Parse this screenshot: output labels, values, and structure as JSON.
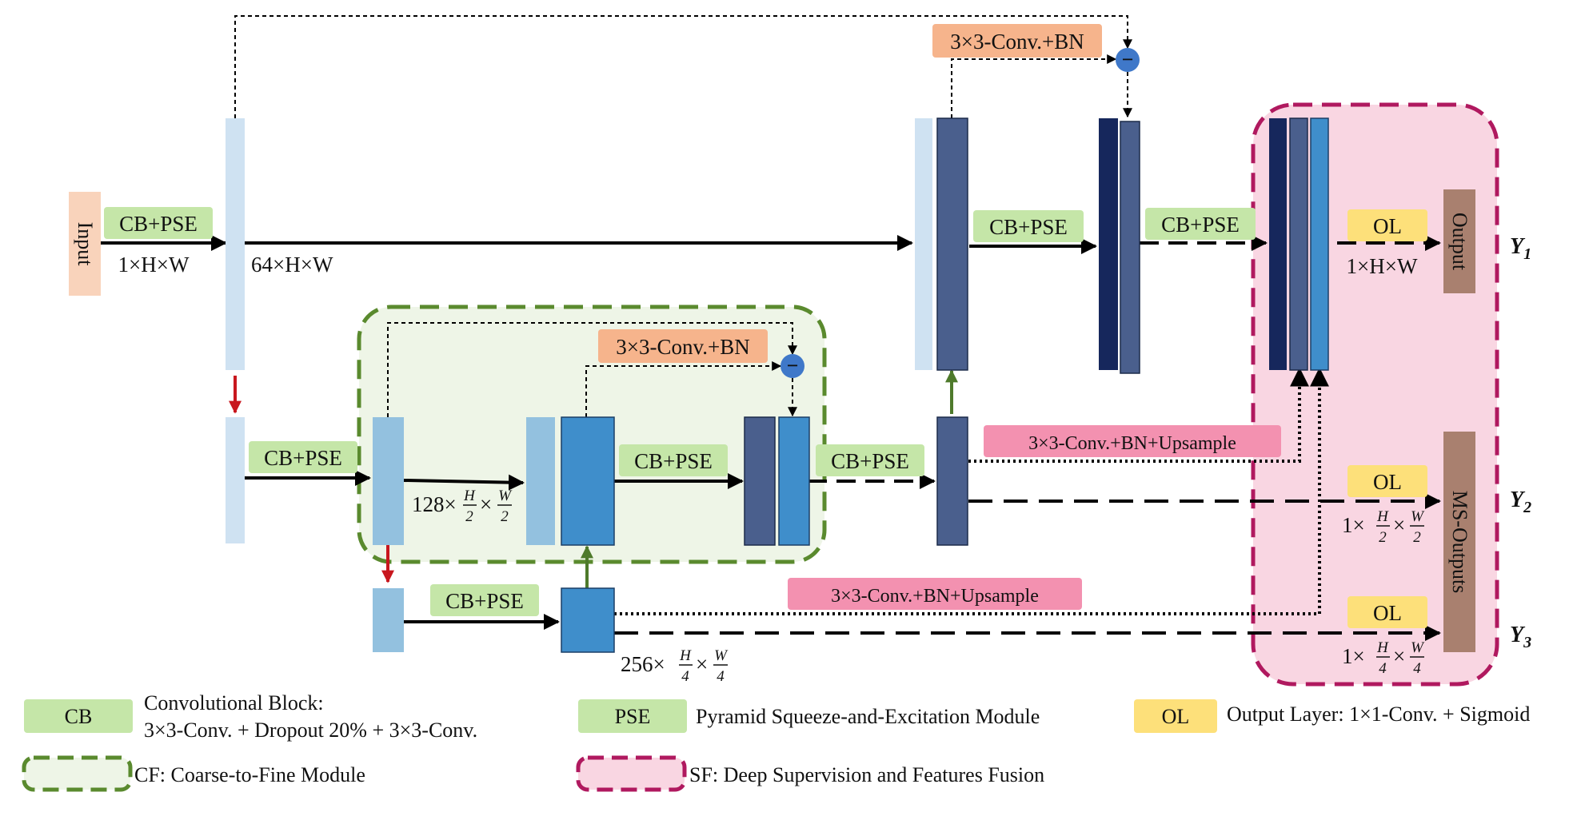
{
  "colors": {
    "input": "#f9d3bb",
    "cb_pse": "#c5e6a8",
    "conv_bn": "#f6b48c",
    "upsample": "#f391b0",
    "ol": "#fde07a",
    "output": "#a9806f",
    "cf_fill": "#eef5e7",
    "cf_border": "#5a8a2e",
    "sf_fill": "#f9d6e2",
    "sf_border": "#b0195f",
    "light_block": "#cfe2f2",
    "mid_block": "#93c1df",
    "blue_block": "#3f8ecb",
    "dark_block": "#4a5f8d",
    "navy_block": "#16275c",
    "minus_circle": "#3f78c9",
    "red_arrow": "#c8171e",
    "green_arrow": "#4e7a2b"
  },
  "labels": {
    "input": "Input",
    "output": "Output",
    "ms_outputs": "MS-Outputs",
    "cb_pse": "CB+PSE",
    "conv_bn": "3×3-Conv.+BN",
    "conv_bn_up": "3×3-Conv.+BN+Upsample",
    "ol": "OL",
    "minus": "−",
    "dim_input": "1×H×W",
    "dim_64": "64×H×W",
    "dim_out1": "1×H×W",
    "dim_128_prefix": "128×",
    "dim_256_prefix": "256×",
    "dim_1_prefix": "1×",
    "times": "×",
    "frac_H": "H",
    "frac_W": "W",
    "den_2": "2",
    "den_4": "4",
    "y1": "Y",
    "y1_sub": "1",
    "y2": "Y",
    "y2_sub": "2",
    "y3": "Y",
    "y3_sub": "3"
  },
  "legend": {
    "cb_box": "CB",
    "cb_title": "Convolutional Block:",
    "cb_desc": "3×3-Conv. + Dropout 20% + 3×3-Conv.",
    "pse_box": "PSE",
    "pse_desc": "Pyramid Squeeze-and-Excitation Module",
    "ol_box": "OL",
    "ol_desc": "Output Layer: 1×1-Conv. + Sigmoid",
    "cf_desc": "CF: Coarse-to-Fine Module",
    "sf_desc": "SF: Deep Supervision and Features Fusion"
  }
}
